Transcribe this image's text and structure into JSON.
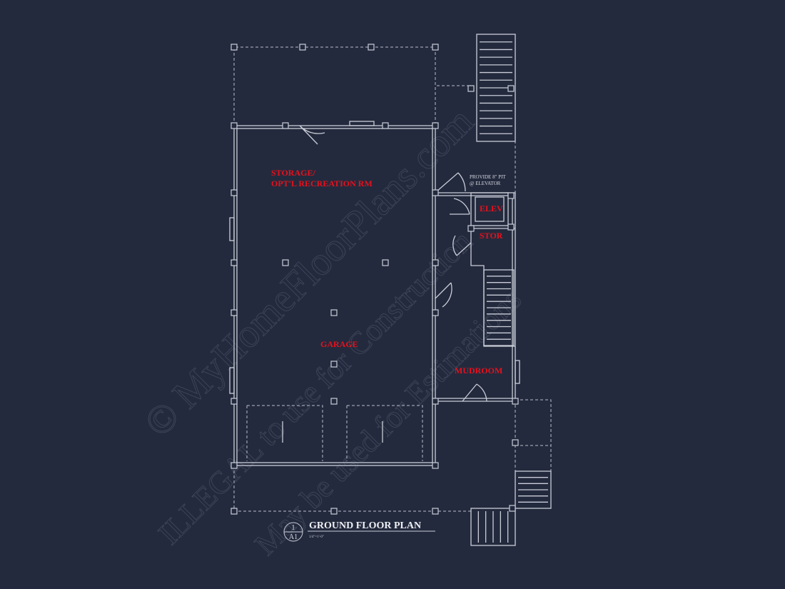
{
  "plan": {
    "title": "GROUND FLOOR PLAN",
    "scale": "1/4\"=1'-0\"",
    "detail_number": "1",
    "sheet": "A1",
    "rooms": {
      "storage_line1": "STORAGE/",
      "storage_line2": "OPT'L RECREATION RM",
      "garage": "GARAGE",
      "elevator": "ELEV",
      "stor": "STOR",
      "mudroom": "MUDROOM"
    },
    "notes": {
      "pit_line1": "PROVIDE 8\" PIT",
      "pit_line2": "@ ELEVATOR"
    }
  },
  "watermark": {
    "line1": "© MyHomeFloorPlans.com",
    "line2": "ILLEGAL to use for Construction",
    "line3": "May be used for Estimations"
  },
  "colors": {
    "background": "#242a3d",
    "linework": "#c9cdd8",
    "room_labels": "#e8101c"
  }
}
